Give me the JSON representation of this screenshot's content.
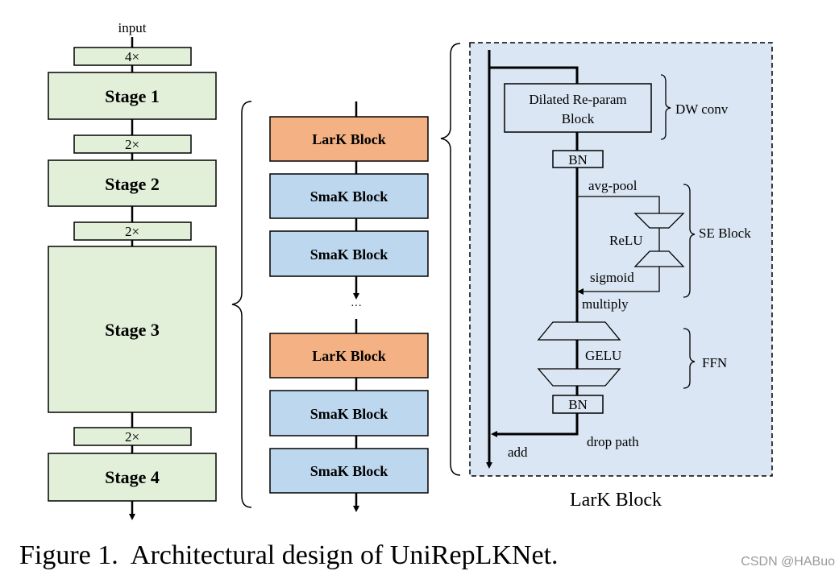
{
  "left_column": {
    "input_label": "input",
    "downsample_labels": [
      "4×",
      "2×",
      "2×",
      "2×"
    ],
    "stages": [
      "Stage 1",
      "Stage 2",
      "Stage 3",
      "Stage 4"
    ]
  },
  "middle_column": {
    "ellipsis": "···",
    "blocks": [
      {
        "label": "LarK Block",
        "kind": "lark"
      },
      {
        "label": "SmaK Block",
        "kind": "smak"
      },
      {
        "label": "SmaK Block",
        "kind": "smak"
      },
      {
        "label": "LarK Block",
        "kind": "lark"
      },
      {
        "label": "SmaK Block",
        "kind": "smak"
      },
      {
        "label": "SmaK Block",
        "kind": "smak"
      }
    ]
  },
  "lark_detail": {
    "dilated_block_line1": "Dilated Re-param",
    "dilated_block_line2": "Block",
    "dw_conv": "DW conv",
    "bn_top": "BN",
    "avg_pool": "avg-pool",
    "relu": "ReLU",
    "sigmoid": "sigmoid",
    "se_block": "SE Block",
    "multiply": "multiply",
    "gelu": "GELU",
    "ffn": "FFN",
    "bn_bottom": "BN",
    "drop_path": "drop path",
    "add": "add",
    "caption": "LarK Block"
  },
  "figure_caption": "Figure 1.  Architectural design of UniRepLKNet.",
  "watermark": "CSDN @HABuo",
  "colors": {
    "stage_fill": "#e2efd9",
    "lark_fill": "#f4b183",
    "smak_fill": "#bdd7ee",
    "panel_fill": "#dae6f3",
    "stroke": "#000000"
  }
}
